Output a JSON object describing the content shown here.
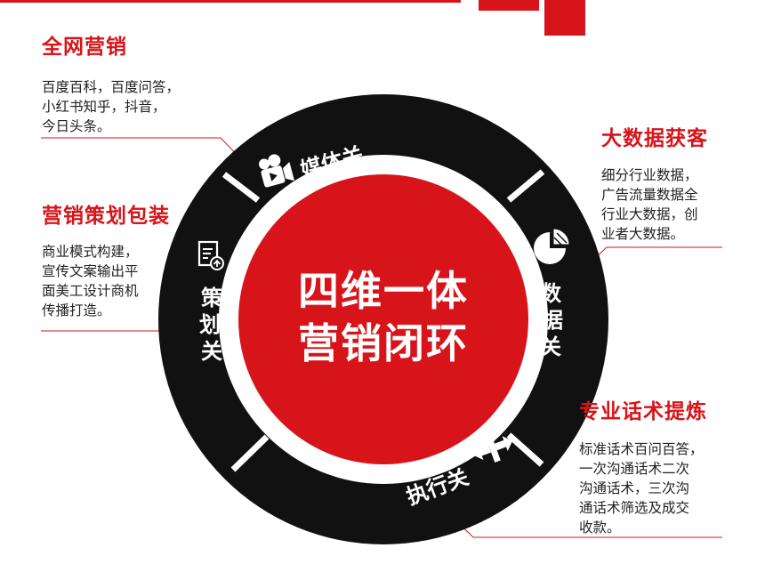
{
  "colors": {
    "accent": "#d7141a",
    "ring": "#111111",
    "text": "#222222"
  },
  "center": {
    "line1": "四维一体",
    "line2": "营销闭环"
  },
  "segments": {
    "media": {
      "label": "媒体关",
      "icon": "video-camera-icon"
    },
    "data": {
      "char1": "数",
      "char2": "据",
      "char3": "关",
      "icon": "pie-chart-icon"
    },
    "execute": {
      "label": "执行关",
      "icon": "split-arrows-icon"
    },
    "strategy": {
      "char1": "策",
      "char2": "划",
      "char3": "关",
      "icon": "document-upload-icon"
    }
  },
  "callouts": {
    "network_marketing": {
      "title": "全网营销",
      "description": "百度百科，百度问答，\n小红书知乎，抖音，\n今日头条。"
    },
    "big_data": {
      "title": "大数据获客",
      "description": "细分行业数据，\n广告流量数据全\n行业大数据，创\n业者大数据。"
    },
    "packaging": {
      "title": "营销策划包装",
      "description": "商业模式构建，\n宣传文案输出平\n面美工设计商机\n传播打造。"
    },
    "sales_script": {
      "title": "专业话术提炼",
      "description": "标准话术百问百答，\n一次沟通话术二次\n沟通话术，三次沟\n通话术筛选及成交\n收款。"
    }
  }
}
